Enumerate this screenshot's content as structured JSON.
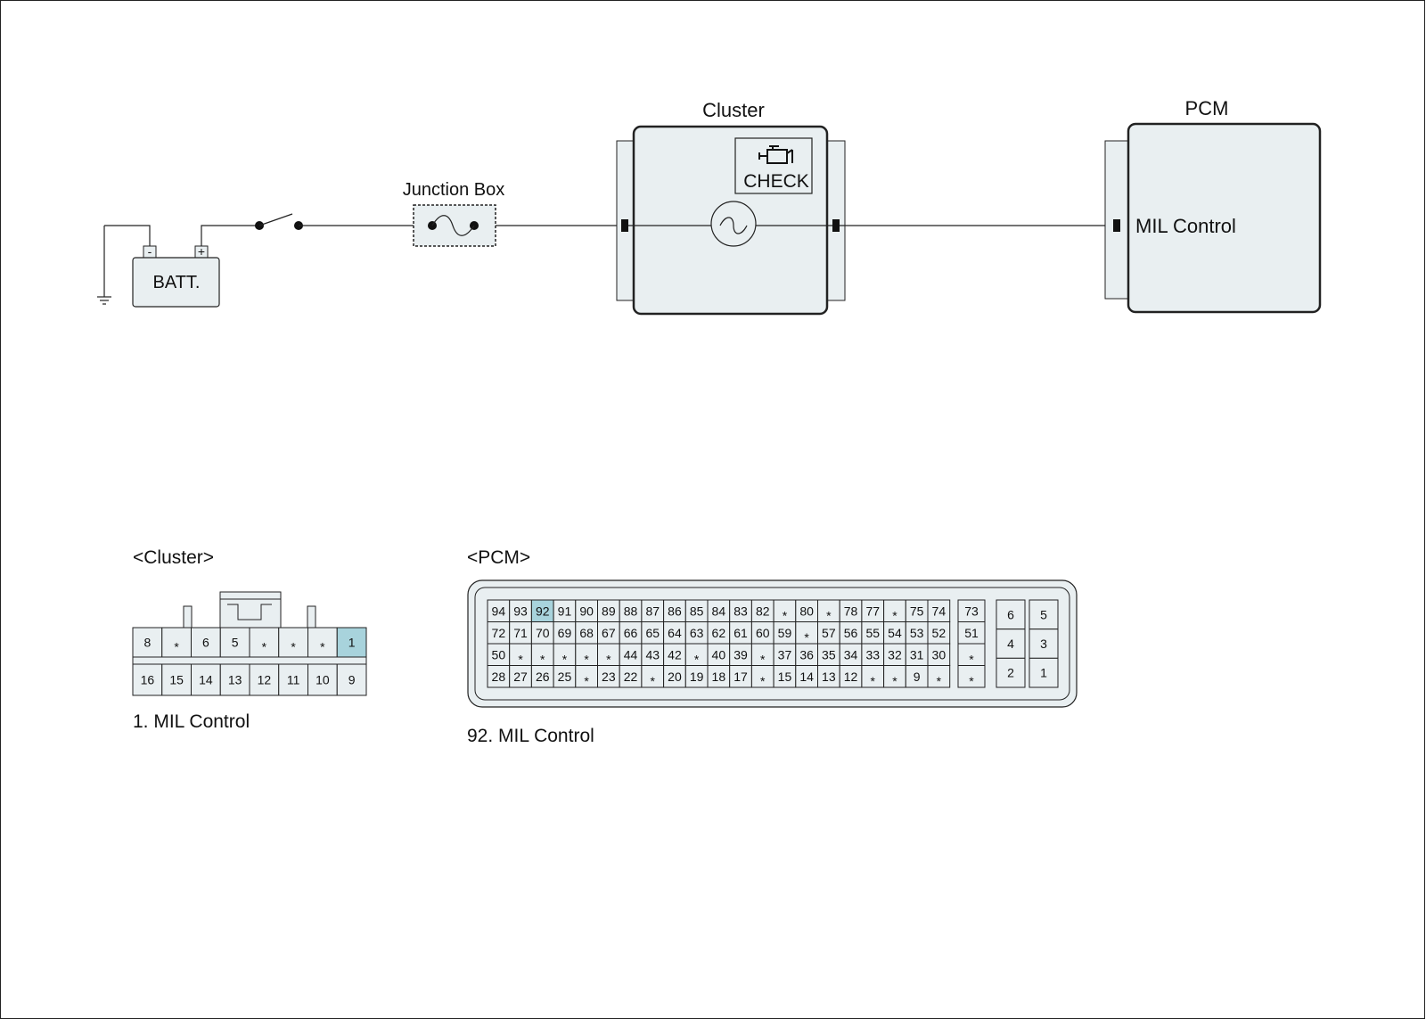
{
  "diagram": {
    "battery": {
      "label": "BATT.",
      "neg": "-",
      "pos": "+"
    },
    "junction_box": {
      "label": "Junction Box"
    },
    "cluster": {
      "label": "Cluster",
      "lamp_text": "CHECK"
    },
    "pcm": {
      "label": "PCM",
      "terminal_label": "MIL Control"
    }
  },
  "connectors": {
    "cluster": {
      "title": "<Cluster>",
      "row1": [
        "8",
        "*",
        "6",
        "5",
        "*",
        "*",
        "*",
        "1"
      ],
      "row2": [
        "16",
        "15",
        "14",
        "13",
        "12",
        "11",
        "10",
        "9"
      ],
      "highlight": "1",
      "caption": "1. MIL Control"
    },
    "pcm": {
      "title": "<PCM>",
      "main_rows": [
        [
          "94",
          "93",
          "92",
          "91",
          "90",
          "89",
          "88",
          "87",
          "86",
          "85",
          "84",
          "83",
          "82",
          "*",
          "80",
          "*",
          "78",
          "77",
          "*",
          "75",
          "74"
        ],
        [
          "72",
          "71",
          "70",
          "69",
          "68",
          "67",
          "66",
          "65",
          "64",
          "63",
          "62",
          "61",
          "60",
          "59",
          "*",
          "57",
          "56",
          "55",
          "54",
          "53",
          "52"
        ],
        [
          "50",
          "*",
          "*",
          "*",
          "*",
          "*",
          "44",
          "43",
          "42",
          "*",
          "40",
          "39",
          "*",
          "37",
          "36",
          "35",
          "34",
          "33",
          "32",
          "31",
          "30"
        ],
        [
          "28",
          "27",
          "26",
          "25",
          "*",
          "23",
          "22",
          "*",
          "20",
          "19",
          "18",
          "17",
          "*",
          "15",
          "14",
          "13",
          "12",
          "*",
          "*",
          "9",
          "*"
        ]
      ],
      "side_col": [
        "73",
        "51",
        "*",
        "*"
      ],
      "pwr_col1": [
        "6",
        "4",
        "2"
      ],
      "pwr_col2": [
        "5",
        "3",
        "1"
      ],
      "highlight": "92",
      "caption": "92. MIL Control"
    }
  },
  "colors": {
    "body": "#e9eff1",
    "highlight": "#a8d3dc",
    "line": "#222222"
  }
}
